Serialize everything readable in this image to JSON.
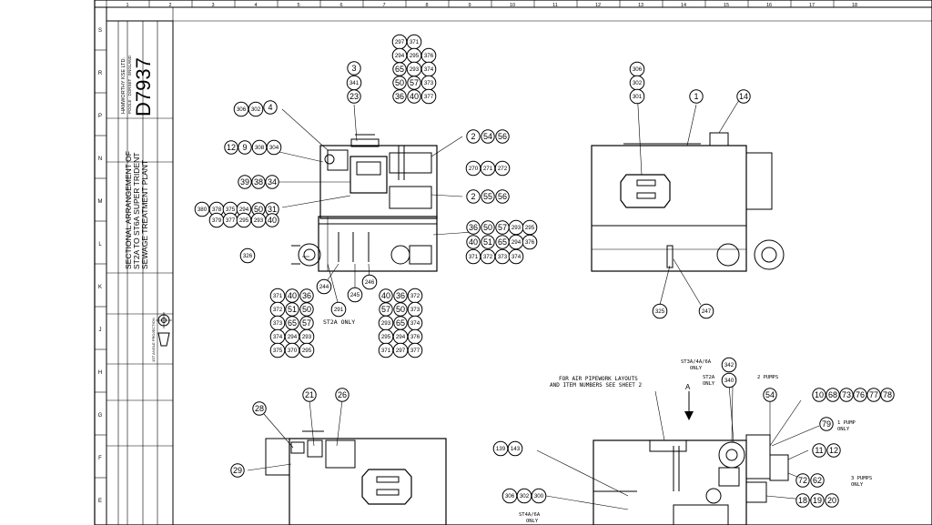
{
  "sheet": {
    "drawing_number": "D7937",
    "title_lines": [
      "SECTIONAL ARRANGEMENT OF",
      "ST2A TO ST6A SUPER TRIDENT",
      "SEWAGE TREATMENT PLANT"
    ],
    "company_lines": [
      "HAMWORTHY KSE LTD.",
      "POOLE · DORSET · ENGLAND"
    ],
    "projection": "1ST ANGLE PROJECTION",
    "column_numbers": [
      "1",
      "2",
      "3",
      "4",
      "5",
      "6",
      "7",
      "8",
      "9",
      "10",
      "11",
      "12",
      "13",
      "14",
      "15",
      "16",
      "17",
      "18"
    ],
    "row_letters": [
      "S",
      "R",
      "P",
      "N",
      "M",
      "L",
      "K",
      "J",
      "H",
      "G",
      "F",
      "E"
    ]
  },
  "views": {
    "front": {
      "balloons": [
        {
          "label": "297"
        },
        {
          "label": "371"
        },
        {
          "label": "294"
        },
        {
          "label": "295"
        },
        {
          "label": "376"
        },
        {
          "label": "65"
        },
        {
          "label": "293"
        },
        {
          "label": "374"
        },
        {
          "label": "50"
        },
        {
          "label": "57"
        },
        {
          "label": "373"
        },
        {
          "label": "36"
        },
        {
          "label": "40"
        },
        {
          "label": "377"
        },
        {
          "label": "3"
        },
        {
          "label": "341"
        },
        {
          "label": "23"
        },
        {
          "label": "306"
        },
        {
          "label": "302"
        },
        {
          "label": "4"
        },
        {
          "label": "12"
        },
        {
          "label": "9"
        },
        {
          "label": "308"
        },
        {
          "label": "304"
        },
        {
          "label": "39"
        },
        {
          "label": "38"
        },
        {
          "label": "34"
        },
        {
          "label": "380"
        },
        {
          "label": "378"
        },
        {
          "label": "375"
        },
        {
          "label": "294"
        },
        {
          "label": "50"
        },
        {
          "label": "31"
        },
        {
          "label": "379"
        },
        {
          "label": "377"
        },
        {
          "label": "295"
        },
        {
          "label": "293"
        },
        {
          "label": "40"
        },
        {
          "label": "2"
        },
        {
          "label": "54"
        },
        {
          "label": "56"
        },
        {
          "label": "270"
        },
        {
          "label": "271"
        },
        {
          "label": "272"
        },
        {
          "label": "2"
        },
        {
          "label": "55"
        },
        {
          "label": "56"
        },
        {
          "label": "36"
        },
        {
          "label": "50"
        },
        {
          "label": "57"
        },
        {
          "label": "293"
        },
        {
          "label": "295"
        },
        {
          "label": "40"
        },
        {
          "label": "51"
        },
        {
          "label": "65"
        },
        {
          "label": "294"
        },
        {
          "label": "376"
        },
        {
          "label": "371"
        },
        {
          "label": "372"
        },
        {
          "label": "373"
        },
        {
          "label": "374"
        },
        {
          "label": "326"
        },
        {
          "label": "246"
        },
        {
          "label": "244"
        },
        {
          "label": "245"
        },
        {
          "label": "291"
        },
        {
          "label": "371"
        },
        {
          "label": "40"
        },
        {
          "label": "36"
        },
        {
          "label": "372"
        },
        {
          "label": "51"
        },
        {
          "label": "50"
        },
        {
          "label": "373"
        },
        {
          "label": "65"
        },
        {
          "label": "57"
        },
        {
          "label": "374"
        },
        {
          "label": "294"
        },
        {
          "label": "293"
        },
        {
          "label": "375"
        },
        {
          "label": "370"
        },
        {
          "label": "295"
        },
        {
          "label": "40"
        },
        {
          "label": "36"
        },
        {
          "label": "372"
        },
        {
          "label": "57"
        },
        {
          "label": "50"
        },
        {
          "label": "373"
        },
        {
          "label": "293"
        },
        {
          "label": "65"
        },
        {
          "label": "374"
        },
        {
          "label": "295"
        },
        {
          "label": "294"
        },
        {
          "label": "376"
        },
        {
          "label": "371"
        },
        {
          "label": "297"
        },
        {
          "label": "377"
        }
      ],
      "note_st2a": "ST2A ONLY"
    },
    "side": {
      "balloons": [
        {
          "label": "306"
        },
        {
          "label": "302"
        },
        {
          "label": "301"
        },
        {
          "label": "1"
        },
        {
          "label": "14"
        },
        {
          "label": "325"
        },
        {
          "label": "247"
        }
      ]
    },
    "lower_left": {
      "balloons": [
        {
          "label": "28"
        },
        {
          "label": "21"
        },
        {
          "label": "26"
        },
        {
          "label": "29"
        }
      ]
    },
    "lower_right": {
      "note_pipework_1": "FOR AIR PIPEWORK LAYOUTS",
      "note_pipework_2": "AND ITEM NUMBERS SEE SHEET 2",
      "note_st3a_1": "ST3A/4A/6A",
      "note_st3a_2": "ONLY",
      "note_st2a_1": "ST2A",
      "note_st2a_2": "ONLY",
      "note_2pumps": "2 PUMPS",
      "note_1pump_1": "1 PUMP",
      "note_1pump_2": "ONLY",
      "note_3pumps_1": "3 PUMPS",
      "note_3pumps_2": "ONLY",
      "note_st4a_1": "ST4A/6A",
      "note_st4a_2": "ONLY",
      "arrow_label": "A",
      "balloons": [
        {
          "label": "342"
        },
        {
          "label": "340"
        },
        {
          "label": "54"
        },
        {
          "label": "10"
        },
        {
          "label": "68"
        },
        {
          "label": "73"
        },
        {
          "label": "76"
        },
        {
          "label": "77"
        },
        {
          "label": "78"
        },
        {
          "label": "79"
        },
        {
          "label": "11"
        },
        {
          "label": "12"
        },
        {
          "label": "72"
        },
        {
          "label": "62"
        },
        {
          "label": "18"
        },
        {
          "label": "19"
        },
        {
          "label": "20"
        },
        {
          "label": "139"
        },
        {
          "label": "143"
        },
        {
          "label": "306"
        },
        {
          "label": "302"
        },
        {
          "label": "300"
        }
      ]
    }
  }
}
